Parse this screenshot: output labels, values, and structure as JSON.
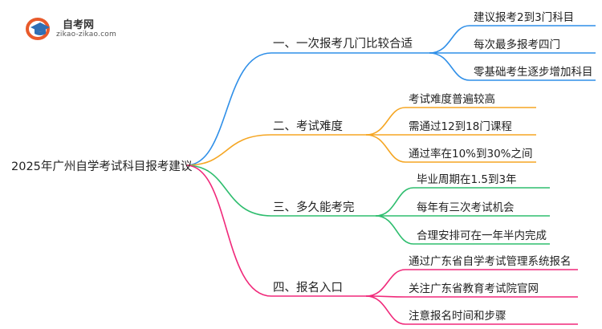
{
  "logo": {
    "title": "自考网",
    "subtitle": "zikao-zikao.com"
  },
  "root": "2025年广州自学考试科目报考建议",
  "colors": {
    "blue": "#2f8fe8",
    "orange": "#f5a623",
    "green": "#2ebd6e",
    "pink": "#f0297a"
  },
  "branches": [
    {
      "label": "一、一次报考几门比较合适",
      "color": "blue",
      "leaves": [
        "建议报考2到3门科目",
        "每次最多报考四门",
        "零基础考生逐步增加科目"
      ]
    },
    {
      "label": "二、考试难度",
      "color": "orange",
      "leaves": [
        "考试难度普遍较高",
        "需通过12到18门课程",
        "通过率在10%到30%之间"
      ]
    },
    {
      "label": "三、多久能考完",
      "color": "green",
      "leaves": [
        "毕业周期在1.5到3年",
        "每年有三次考试机会",
        "合理安排可在一年半内完成"
      ]
    },
    {
      "label": "四、报名入口",
      "color": "pink",
      "leaves": [
        "通过广东省自学考试管理系统报名",
        "关注广东省教育考试院官网",
        "注意报名时间和步骤"
      ]
    }
  ]
}
